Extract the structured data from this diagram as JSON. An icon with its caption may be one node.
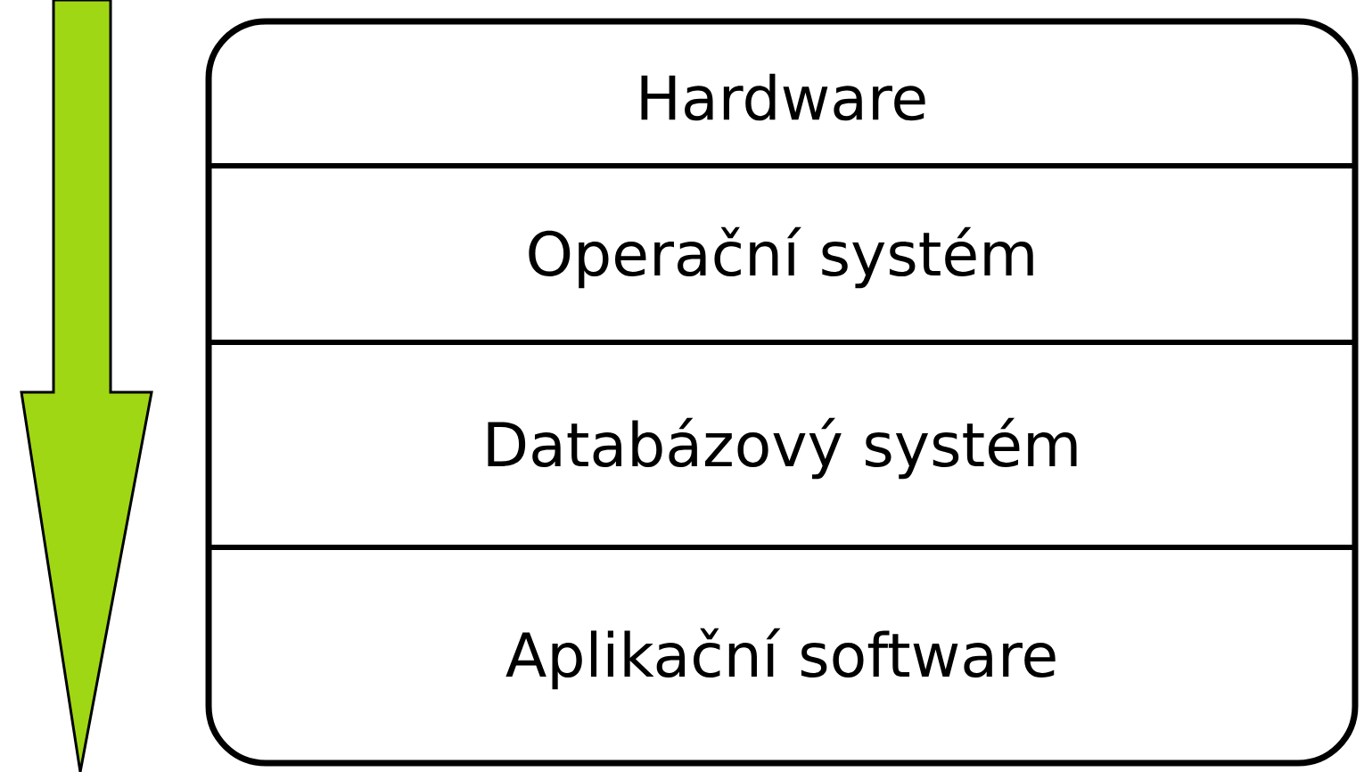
{
  "diagram": {
    "nodes": [
      {
        "text": [],
        "shape": "box"
      },
      {
        "text": [
          "Hardware"
        ],
        "in": 0
      },
      {
        "text": [
          "Operační systém"
        ],
        "in": 0
      },
      {
        "text": [
          "Databázový systém"
        ],
        "in": 0
      },
      {
        "text": [
          "Aplikační software"
        ],
        "in": 0
      }
    ],
    "edges": []
  }
}
